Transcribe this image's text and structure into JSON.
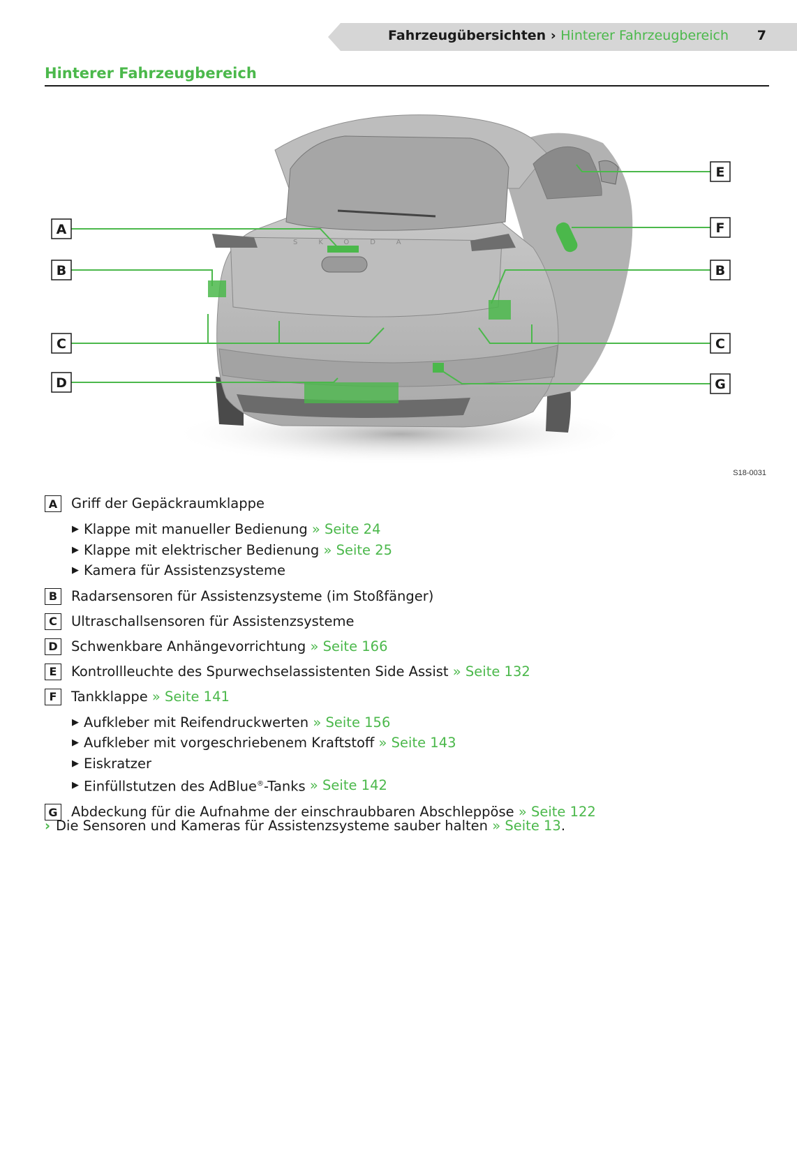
{
  "header": {
    "chapter": "Fahrzeugübersichten",
    "separator": " › ",
    "section": "Hinterer Fahrzeugbereich",
    "page_number": "7"
  },
  "section_title": "Hinterer Fahrzeugbereich",
  "figure": {
    "code": "S18-0031",
    "callouts": {
      "A": "A",
      "B": "B",
      "C": "C",
      "D": "D",
      "E": "E",
      "F": "F",
      "G": "G"
    }
  },
  "legend": {
    "A": {
      "letter": "A",
      "text": "Griff der Gepäckraumklappe",
      "subitems": [
        {
          "text": "Klappe mit manueller Bedienung",
          "ref": "» Seite 24"
        },
        {
          "text": "Klappe mit elektrischer Bedienung",
          "ref": "» Seite 25"
        },
        {
          "text": "Kamera für Assistenzsysteme",
          "ref": ""
        }
      ]
    },
    "B": {
      "letter": "B",
      "text": "Radarsensoren für Assistenzsysteme (im Stoßfänger)",
      "ref": ""
    },
    "C": {
      "letter": "C",
      "text": "Ultraschallsensoren für Assistenzsysteme",
      "ref": ""
    },
    "D": {
      "letter": "D",
      "text": "Schwenkbare Anhängevorrichtung",
      "ref": "» Seite 166"
    },
    "E": {
      "letter": "E",
      "text": "Kontrollleuchte des Spurwechselassistenten Side Assist",
      "ref": "» Seite 132"
    },
    "F": {
      "letter": "F",
      "text": "Tankklappe",
      "ref": "» Seite 141",
      "subitems": [
        {
          "text": "Aufkleber mit Reifendruckwerten",
          "ref": "» Seite 156"
        },
        {
          "text": "Aufkleber mit vorgeschriebenem Kraftstoff",
          "ref": "» Seite 143"
        },
        {
          "text": "Eiskratzer",
          "ref": ""
        },
        {
          "text_before": "Einfüllstutzen des AdBlue",
          "sup": "®",
          "text_after": "-Tanks",
          "ref": "» Seite 142"
        }
      ]
    },
    "G": {
      "letter": "G",
      "text": "Abdeckung für die Aufnahme der einschraubbaren Abschleppöse",
      "ref": "» Seite 122"
    }
  },
  "note": {
    "chevron": "›",
    "text": "Die Sensoren und Kameras für Assistenzsysteme sauber halten",
    "ref": "» Seite 13",
    "end": "."
  },
  "colors": {
    "accent": "#4bb84b",
    "header_bar": "#d6d6d6",
    "text": "#1a1a1a",
    "car_body": "#b9b9b9"
  }
}
